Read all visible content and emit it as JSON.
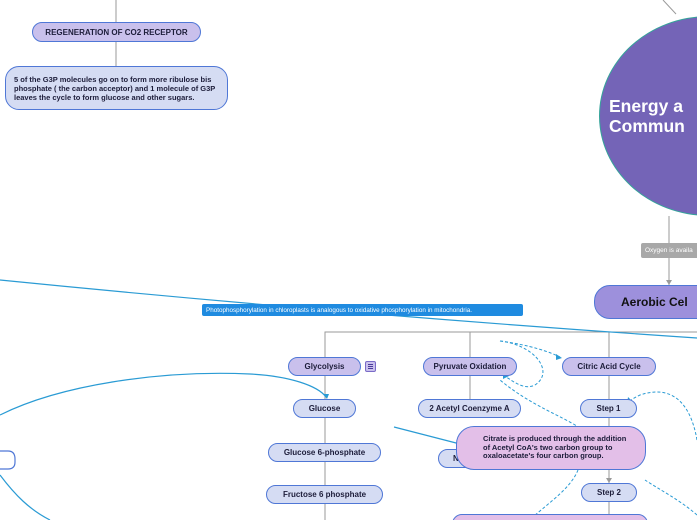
{
  "top_left": {
    "regeneration_title": "REGENERATION OF CO2 RECEPTOR",
    "regeneration_note": "5 of the G3P molecules go on to form more ribulose bis phosphate ( the carbon acceptor) and 1 molecule of G3P leaves the cycle to form glucose and other sugars."
  },
  "central_topic": {
    "title_line1": "Energy a",
    "title_line2": "Commun"
  },
  "oxygen_label": "Oxygen is availa",
  "aerobic_node": "Aerobic Cel",
  "photophosphorylation_banner": "Photophosphorylation in chloroplasts is analogous to oxidative phosphorylation in mitochondria.",
  "branches": {
    "glycolysis": {
      "title": "Glycolysis",
      "steps": [
        "Glucose",
        "Glucose 6-phosphate",
        "Fructose 6 phosphate"
      ]
    },
    "pyruvate": {
      "title": "Pyruvate Oxidation",
      "steps": [
        "2 Acetyl Coenzyme A",
        "N"
      ]
    },
    "citric": {
      "title": "Citric Acid Cycle",
      "steps": [
        "Step 1",
        "Step 2"
      ],
      "note": "Citrate is produced through the addition of Acetyl CoA's two carbon group to oxaloacetate's four carbon group."
    }
  },
  "colors": {
    "central": "#7464b7",
    "node_purple": "#c9c0ec",
    "node_blue": "#d5dcf3",
    "note_pink": "#e3bfe8",
    "border_blue": "#4f77d6",
    "banner_blue": "#1f8be0",
    "connector_blue": "#2a9bd4",
    "tag_gray": "#a8a8a8"
  },
  "icons": [
    "menu-icon"
  ]
}
